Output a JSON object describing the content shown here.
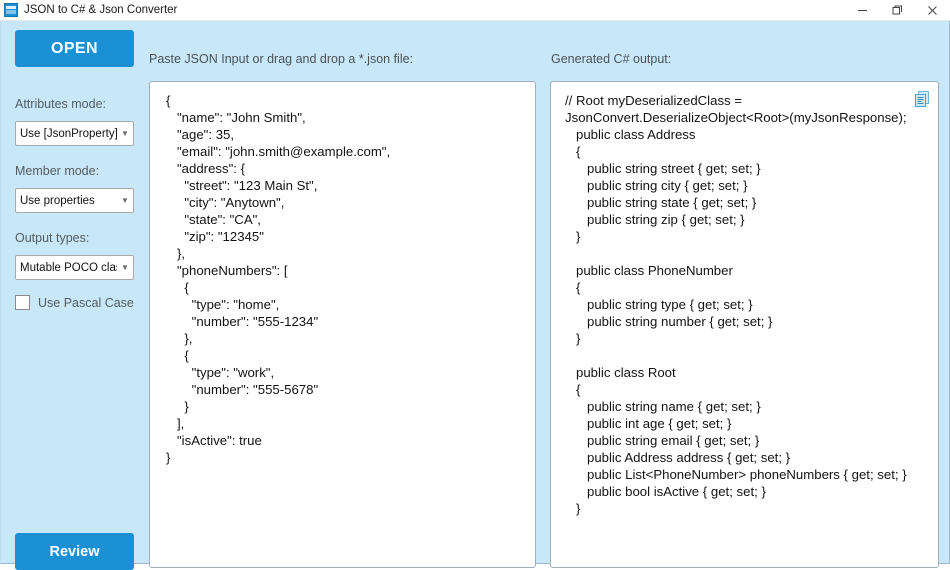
{
  "window": {
    "title": "JSON to C# & Json Converter",
    "app_icon": "app-window-icon",
    "minimize_label": "—",
    "maximize_label": "❐",
    "close_label": "✕"
  },
  "theme": {
    "background": "#c8e8f9",
    "accent": "#1b90d4",
    "panel_background": "#ffffff",
    "label_text": "#555c60"
  },
  "sidebar": {
    "open_button": "OPEN",
    "attributes_mode": {
      "label": "Attributes mode:",
      "value": "Use [JsonProperty]"
    },
    "member_mode": {
      "label": "Member mode:",
      "value": "Use properties"
    },
    "output_types": {
      "label": "Output types:",
      "value": "Mutable POCO clas"
    },
    "pascal_case": {
      "label": "Use Pascal Case",
      "checked": false
    },
    "review_button": "Review"
  },
  "input_panel": {
    "label": "Paste JSON Input or drag and drop a *.json file:",
    "content": "{\n   \"name\": \"John Smith\",\n   \"age\": 35,\n   \"email\": \"john.smith@example.com\",\n   \"address\": {\n     \"street\": \"123 Main St\",\n     \"city\": \"Anytown\",\n     \"state\": \"CA\",\n     \"zip\": \"12345\"\n   },\n   \"phoneNumbers\": [\n     {\n       \"type\": \"home\",\n       \"number\": \"555-1234\"\n     },\n     {\n       \"type\": \"work\",\n       \"number\": \"555-5678\"\n     }\n   ],\n   \"isActive\": true\n}"
  },
  "output_panel": {
    "label": "Generated C# output:",
    "copy_icon": "copy-icon",
    "content": "// Root myDeserializedClass = JsonConvert.DeserializeObject<Root>(myJsonResponse);\n   public class Address\n   {\n      public string street { get; set; }\n      public string city { get; set; }\n      public string state { get; set; }\n      public string zip { get; set; }\n   }\n\n   public class PhoneNumber\n   {\n      public string type { get; set; }\n      public string number { get; set; }\n   }\n\n   public class Root\n   {\n      public string name { get; set; }\n      public int age { get; set; }\n      public string email { get; set; }\n      public Address address { get; set; }\n      public List<PhoneNumber> phoneNumbers { get; set; }\n      public bool isActive { get; set; }\n   }"
  }
}
